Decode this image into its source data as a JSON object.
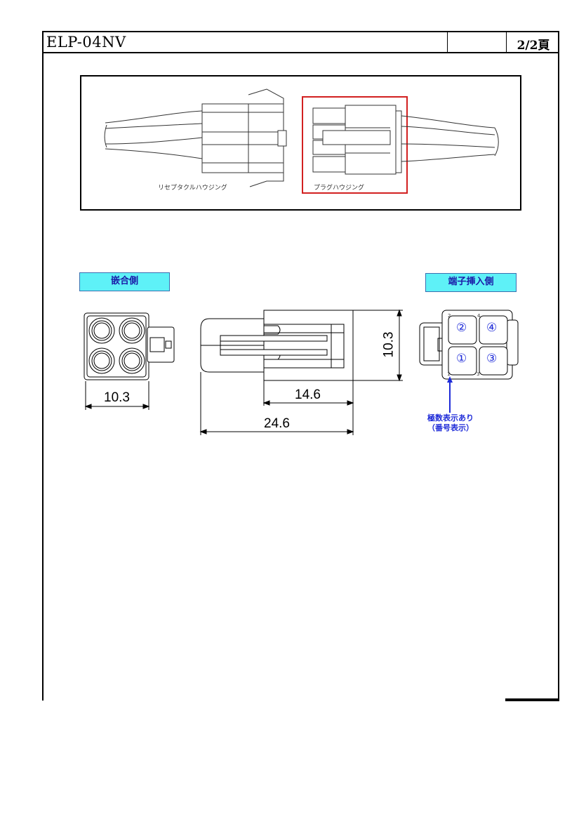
{
  "header": {
    "model": "ELP-04NV",
    "blank_cell": "",
    "page": "2/2頁"
  },
  "photo": {
    "left_label": "リセプタクルハウジング",
    "right_label": "プラグハウジング",
    "highlight_color": "#d22020"
  },
  "views": {
    "mating_side_label": "嵌合側",
    "terminal_side_label": "端子挿入側",
    "label_bg_color": "#5ef1f7"
  },
  "dimensions": {
    "front_width": "10.3",
    "side_length_short": "14.6",
    "side_length_total": "24.6",
    "side_height": "10.3"
  },
  "pins": {
    "p1": "①",
    "p2": "②",
    "p3": "③",
    "p4": "④",
    "small_2": "2",
    "small_4": "4",
    "small_1": "1",
    "small_3": "3"
  },
  "note": {
    "line1": "極数表示あり",
    "line2": "（番号表示）",
    "color": "#1e2bd8"
  }
}
